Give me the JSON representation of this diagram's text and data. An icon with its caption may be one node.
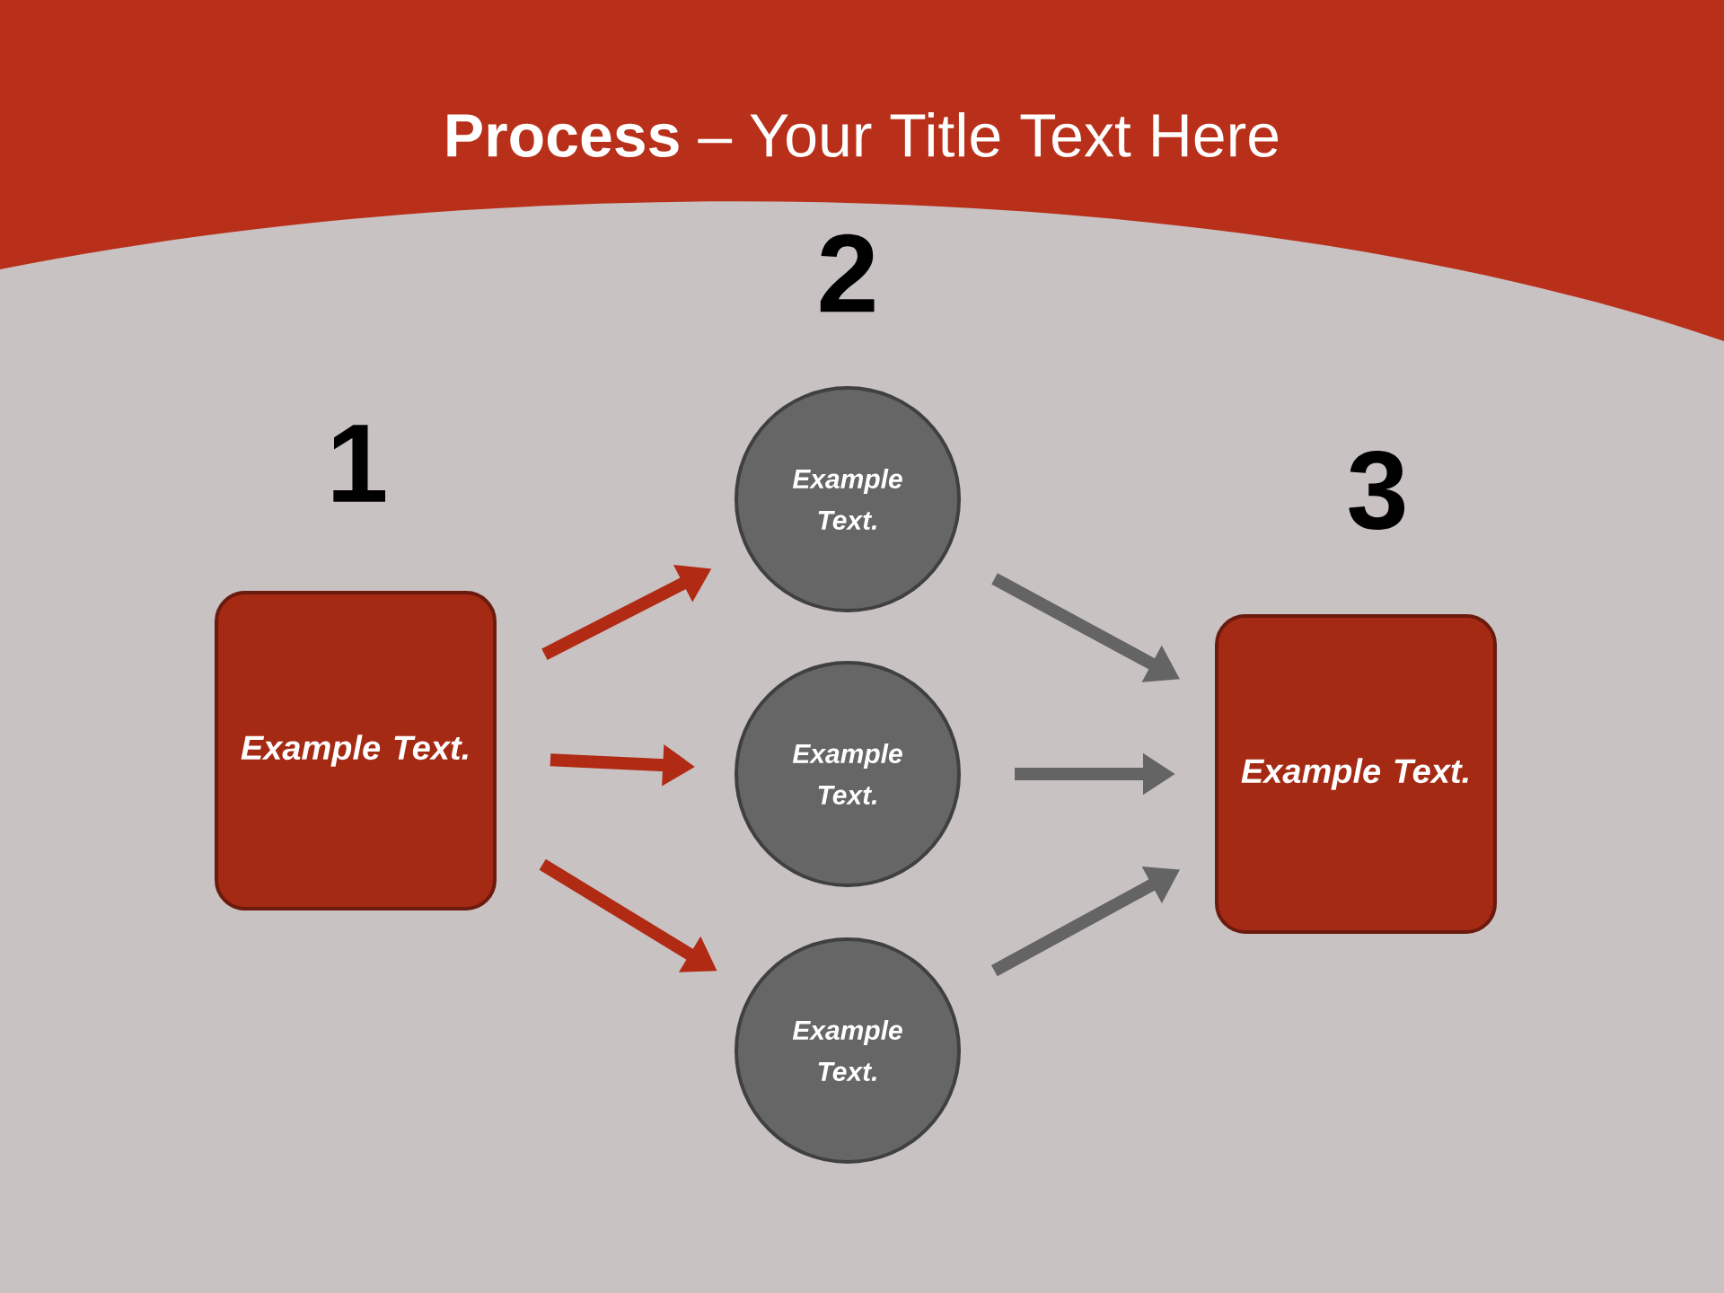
{
  "diagram": {
    "title": "**Process** – Your Title Text Here",
    "nodes": [
      {
        "text": [
          "Example Text."
        ]
      },
      {
        "text": [
          "Example Text."
        ]
      },
      {
        "text": [
          "Example Text."
        ]
      },
      {
        "text": [
          "Example Text."
        ]
      },
      {
        "text": [
          "Example Text."
        ]
      }
    ],
    "edges": [
      {
        "from": 0,
        "to": 1,
        "arrow": "to"
      },
      {
        "from": 0,
        "to": 2,
        "arrow": "to"
      },
      {
        "from": 0,
        "to": 3,
        "arrow": "to"
      },
      {
        "from": 1,
        "to": 4,
        "arrow": "to",
        "color": "#646464"
      },
      {
        "from": 2,
        "to": 4,
        "arrow": "to",
        "color": "#646464"
      },
      {
        "from": 3,
        "to": 4,
        "arrow": "to",
        "color": "#646464"
      }
    ],
    "labels": [
      "1",
      "2",
      "3"
    ]
  }
}
